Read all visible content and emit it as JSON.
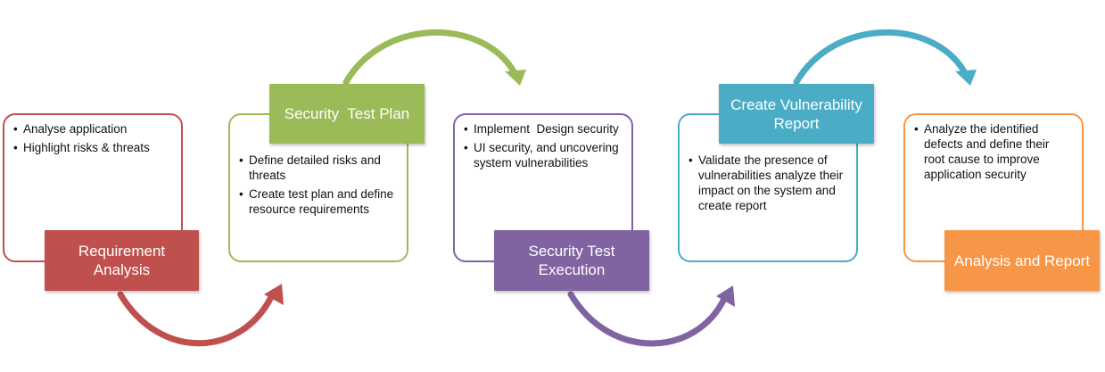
{
  "stages": [
    {
      "title": "Requirement Analysis",
      "color": "#c0504d",
      "bullets": [
        "Analyse application",
        "Highlight risks & threats"
      ]
    },
    {
      "title": "Security  Test Plan",
      "color": "#9bbb59",
      "bullets": [
        "Define detailed risks and threats",
        "Create test plan and define resource requirements"
      ]
    },
    {
      "title": "Security Test Execution",
      "color": "#8064a2",
      "bullets": [
        "Implement  Design security",
        "UI security, and uncovering system vulnerabilities"
      ]
    },
    {
      "title": "Create Vulnerability Report",
      "color": "#4bacc6",
      "bullets": [
        "Validate the presence of vulnerabilities analyze their impact on the system and create report"
      ]
    },
    {
      "title": "Analysis and Report",
      "color": "#f79646",
      "bullets": [
        "Analyze the identified defects and define their root cause to improve application security"
      ]
    }
  ]
}
